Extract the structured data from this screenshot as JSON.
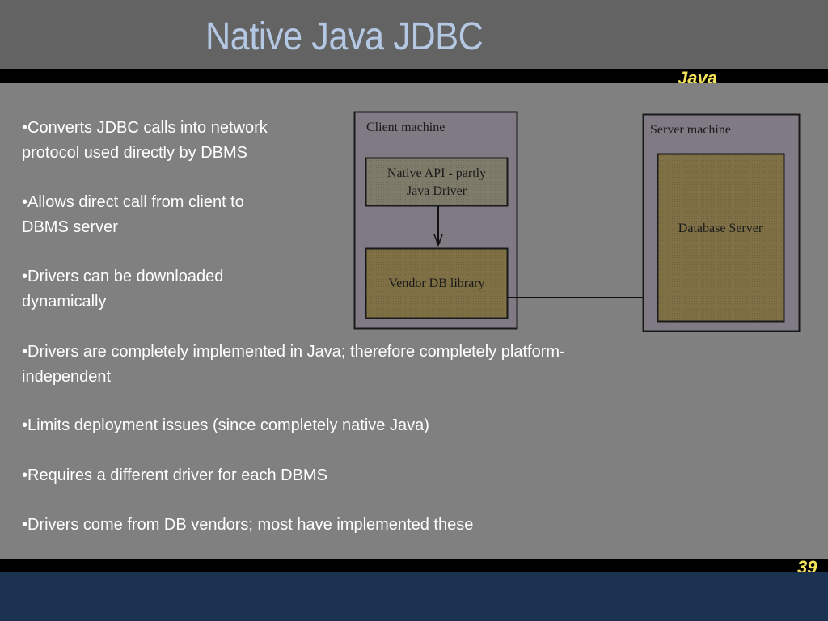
{
  "slide": {
    "title": "Native Java JDBC",
    "header_tag": "Java",
    "page_number": "39"
  },
  "bullets": [
    {
      "line1": "•Converts JDBC calls into network",
      "line2": "protocol used directly by DBMS"
    },
    {
      "line1": "•Allows direct call from client to",
      "line2": "DBMS server"
    },
    {
      "line1": "•Drivers can be downloaded",
      "line2": "dynamically"
    },
    {
      "line1": "•Drivers are completely implemented in Java; therefore completely platform-",
      "line2": "independent"
    },
    {
      "line1": "•Limits deployment issues (since completely native Java)"
    },
    {
      "line1": "•Requires a different driver for each DBMS"
    },
    {
      "line1": "•Drivers come from DB vendors; most have implemented these"
    }
  ],
  "diagram": {
    "client_machine": {
      "label": "Client machine",
      "native_driver": {
        "line1": "Native API - partly",
        "line2": "Java Driver"
      },
      "vendor_library": "Vendor DB library"
    },
    "server_machine": {
      "label": "Server machine",
      "database_server": "Database Server"
    },
    "colors": {
      "machine_fill": "#7f7a84",
      "native_fill": "#7e7b6a",
      "vendor_fill": "#7f7046",
      "title_color": "#b4c8e4",
      "accent_yellow": "#f3e35a",
      "footer_blue": "#1b3350"
    }
  }
}
